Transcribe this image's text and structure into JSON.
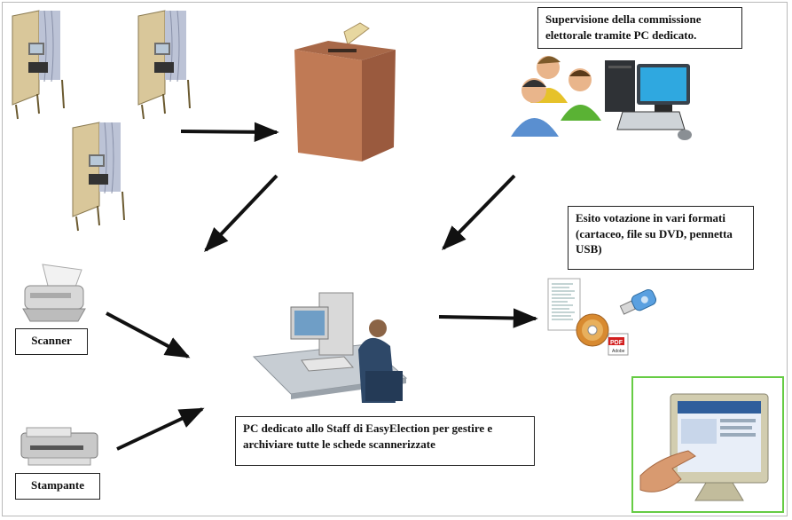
{
  "labels": {
    "supervision": "Supervisione della commissione elettorale tramite PC dedicato.",
    "results": "Esito votazione in vari formati (cartaceo, file su DVD, pennetta USB)",
    "scanner": "Scanner",
    "printer": "Stampante",
    "staff_pc": "PC dedicato allo Staff di EasyElection per gestire e archiviare tutte le schede scannerizzate"
  },
  "media": {
    "pdf_text": "PDF",
    "pdf_sub": "Adobe"
  },
  "colors": {
    "ballot_box": "#b9744f",
    "monitor_frame_highlight": "#66cc44",
    "arrow": "#111111"
  }
}
